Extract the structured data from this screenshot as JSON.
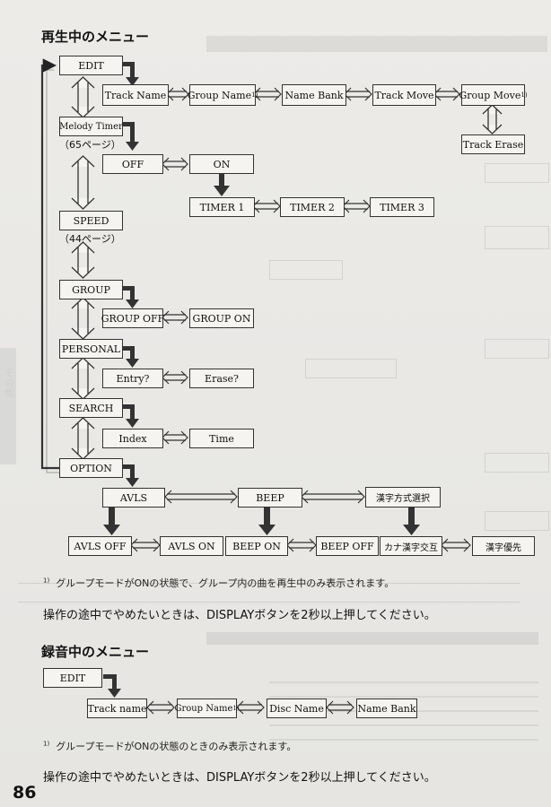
{
  "page_number": "86",
  "sidebar_tab": "その他",
  "playback": {
    "heading": "再生中のメニュー",
    "edit": "EDIT",
    "track_name": "Track Name",
    "group_name": "Group Name",
    "group_name_sup": "1)",
    "name_bank": "Name Bank",
    "track_move": "Track Move",
    "group_move": "Group Move",
    "group_move_sup": "1)",
    "track_erase": "Track Erase",
    "melody_timer": "Melody Timer",
    "melody_ref": "（65ページ）",
    "off": "OFF",
    "on": "ON",
    "timer1": "TIMER 1",
    "timer2": "TIMER 2",
    "timer3": "TIMER 3",
    "speed": "SPEED",
    "speed_ref": "（44ページ）",
    "group": "GROUP",
    "group_off": "GROUP OFF",
    "group_on": "GROUP ON",
    "personal": "PERSONAL",
    "entry": "Entry?",
    "erase": "Erase?",
    "search": "SEARCH",
    "index": "Index",
    "time": "Time",
    "option": "OPTION",
    "avls": "AVLS",
    "beep": "BEEP",
    "kanji_select": "漢字方式選択",
    "avls_off": "AVLS OFF",
    "avls_on": "AVLS ON",
    "beep_on": "BEEP ON",
    "beep_off": "BEEP OFF",
    "kana_kanji": "カナ漢字交互",
    "kanji_priority": "漢字優先",
    "footnote_mark": "1)",
    "footnote": "グループモードがONの状態で、グループ内の曲を再生中のみ表示されます。",
    "note": "操作の途中でやめたいときは、DISPLAYボタンを2秒以上押してください。"
  },
  "recording": {
    "heading": "録音中のメニュー",
    "edit": "EDIT",
    "track_name": "Track name",
    "group_name": "Group Name",
    "group_name_sup": "1)",
    "disc_name": "Disc Name",
    "name_bank": "Name Bank",
    "footnote_mark": "1)",
    "footnote": "グループモードがONの状態のときのみ表示されます。",
    "note": "操作の途中でやめたいときは、DISPLAYボタンを2秒以上押してください。"
  }
}
